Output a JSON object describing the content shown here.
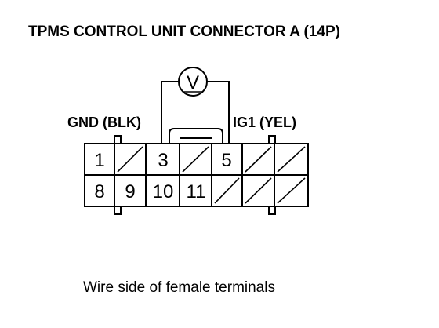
{
  "title": "TPMS CONTROL UNIT CONNECTOR A (14P)",
  "labels": {
    "gnd": "GND (BLK)",
    "ig1": "IG1 (YEL)"
  },
  "meter": {
    "symbol": "V",
    "icon": "voltmeter-icon"
  },
  "connector": {
    "top_row": [
      "1",
      "",
      "3",
      "",
      "5",
      "",
      ""
    ],
    "bottom_row": [
      "8",
      "9",
      "10",
      "11",
      "",
      "",
      ""
    ]
  },
  "caption": "Wire side of female terminals"
}
